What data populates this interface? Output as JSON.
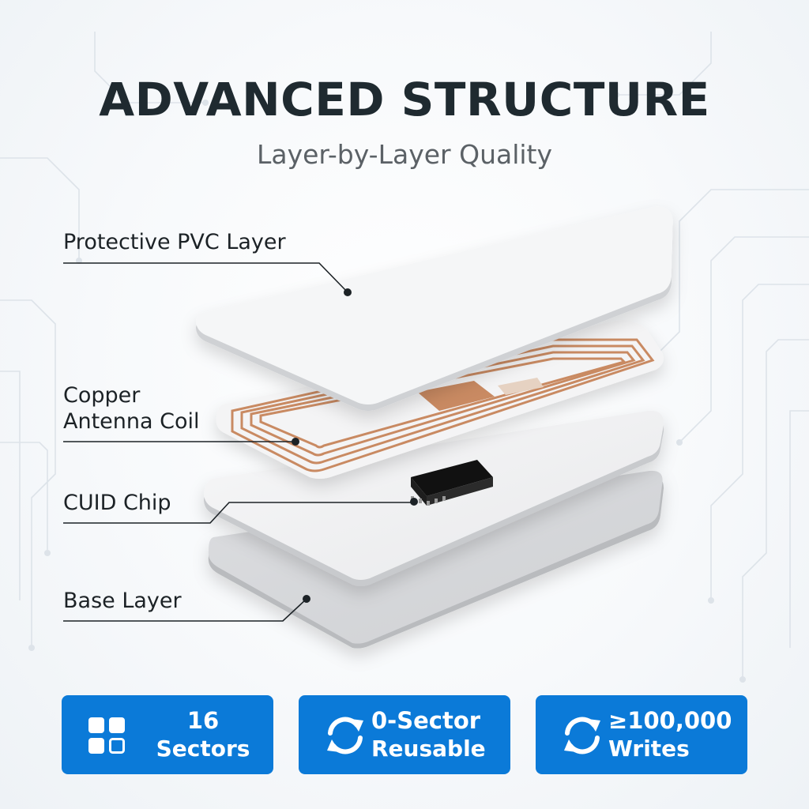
{
  "header": {
    "title": "ADVANCED STRUCTURE",
    "subtitle": "Layer-by-Layer Quality"
  },
  "layers": [
    {
      "label": "Protective PVC Layer"
    },
    {
      "label": "Copper\nAntenna Coil"
    },
    {
      "label": "CUID Chip"
    },
    {
      "label": "Base Layer"
    }
  ],
  "features": [
    {
      "icon": "grid-icon",
      "line1": "16",
      "line2": "Sectors"
    },
    {
      "icon": "refresh-icon",
      "line1": "0-Sector",
      "line2": "Reusable"
    },
    {
      "icon": "refresh-icon",
      "line1": "≥100,000",
      "line2": "Writes"
    }
  ],
  "colors": {
    "accent": "#0b7ad8",
    "title": "#1f2a30",
    "copper": "#c98a62",
    "card": "#f1f2f4",
    "chip": "#1b1b1b"
  }
}
